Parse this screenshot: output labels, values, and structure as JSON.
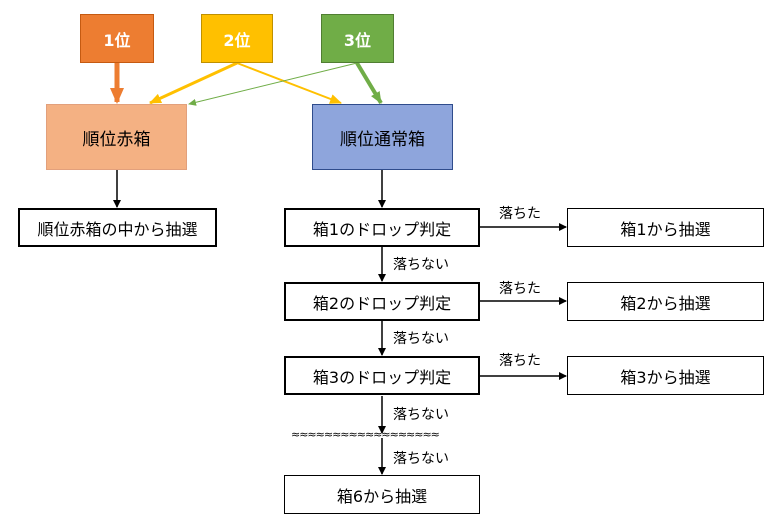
{
  "ranks": {
    "first": "1位",
    "second": "2位",
    "third": "3位"
  },
  "boxes": {
    "red_box": "順位赤箱",
    "normal_box": "順位通常箱",
    "red_select": "順位赤箱の中から抽選",
    "drop1": "箱1のドロップ判定",
    "drop2": "箱2のドロップ判定",
    "drop3": "箱3のドロップ判定",
    "select1": "箱1から抽選",
    "select2": "箱2から抽選",
    "select3": "箱3から抽選",
    "select6": "箱6から抽選"
  },
  "edges": {
    "dropped": "落ちた",
    "not_dropped": "落ちない",
    "ellipsis": "≈≈≈≈≈≈≈≈≈≈≈≈≈≈≈≈≈≈"
  },
  "colors": {
    "rank1": "#ED7D31",
    "rank2": "#FFC000",
    "rank3": "#70AD47",
    "red_box": "#F4B183",
    "normal_box": "#8EA5DC"
  }
}
